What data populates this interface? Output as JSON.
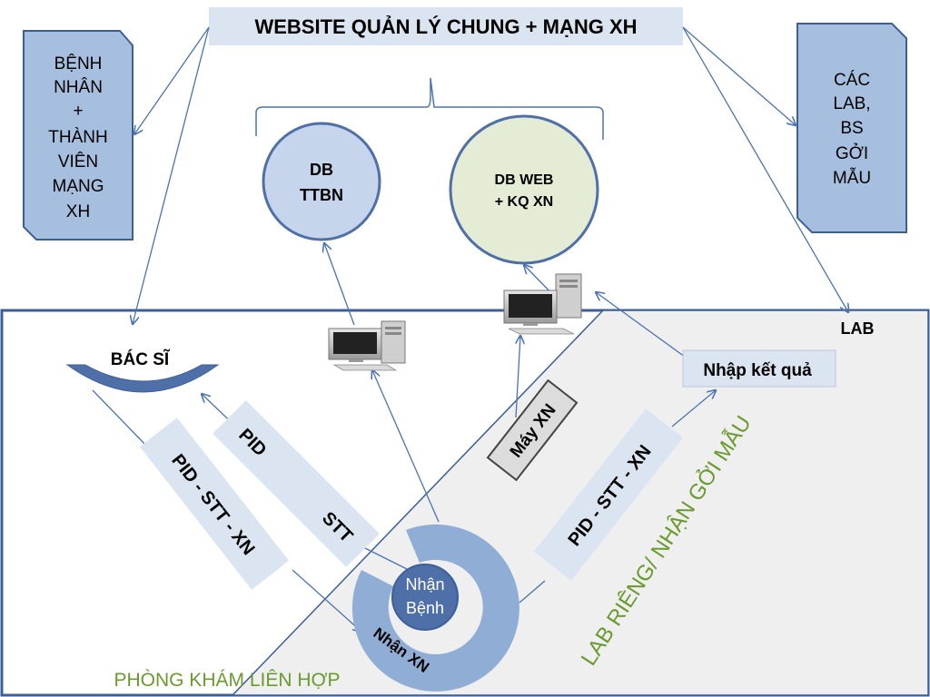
{
  "header": {
    "title": "WEBSITE QUẢN LÝ CHUNG + MẠNG XH"
  },
  "left_card": {
    "lines": [
      "BỆNH",
      "NHÂN",
      "+",
      "THÀNH",
      "VIÊN",
      "MẠNG",
      "XH"
    ]
  },
  "right_card": {
    "lines": [
      "CÁC",
      "LAB,",
      "BS",
      "GỞI",
      "MẪU"
    ]
  },
  "db_ttbn": {
    "line1": "DB",
    "line2": "TTBN"
  },
  "db_web": {
    "line1": "DB  WEB",
    "line2": "+ KQ XN"
  },
  "lab": {
    "label": "LAB",
    "nhap_ket_qua": "Nhập kết quả",
    "may_xn": "Máy XN",
    "pid_stt_xn": "PID   -  STT - XN",
    "diagonal_label": "LAB RIÊNG/ NHẬN GỞI MẪU"
  },
  "clinic": {
    "label": "PHÒNG KHÁM LIÊN HỢP",
    "bac_si": "BÁC SĨ",
    "pid": "PID",
    "stt": "STT",
    "pid_stt_xn": "PID  -  STT - XN",
    "nhan_benh_1": "Nhận",
    "nhan_benh_2": "Bệnh",
    "nhan_xn": "Nhận XN"
  },
  "colors": {
    "card_fill": "#a7bfdf",
    "circle_fill": "#c6d5ec",
    "circle_stroke": "#4f6fa8",
    "line": "#4a72b5",
    "label_green": "#6b9a2e"
  },
  "icons": [
    "computer-icon",
    "computer-icon"
  ]
}
